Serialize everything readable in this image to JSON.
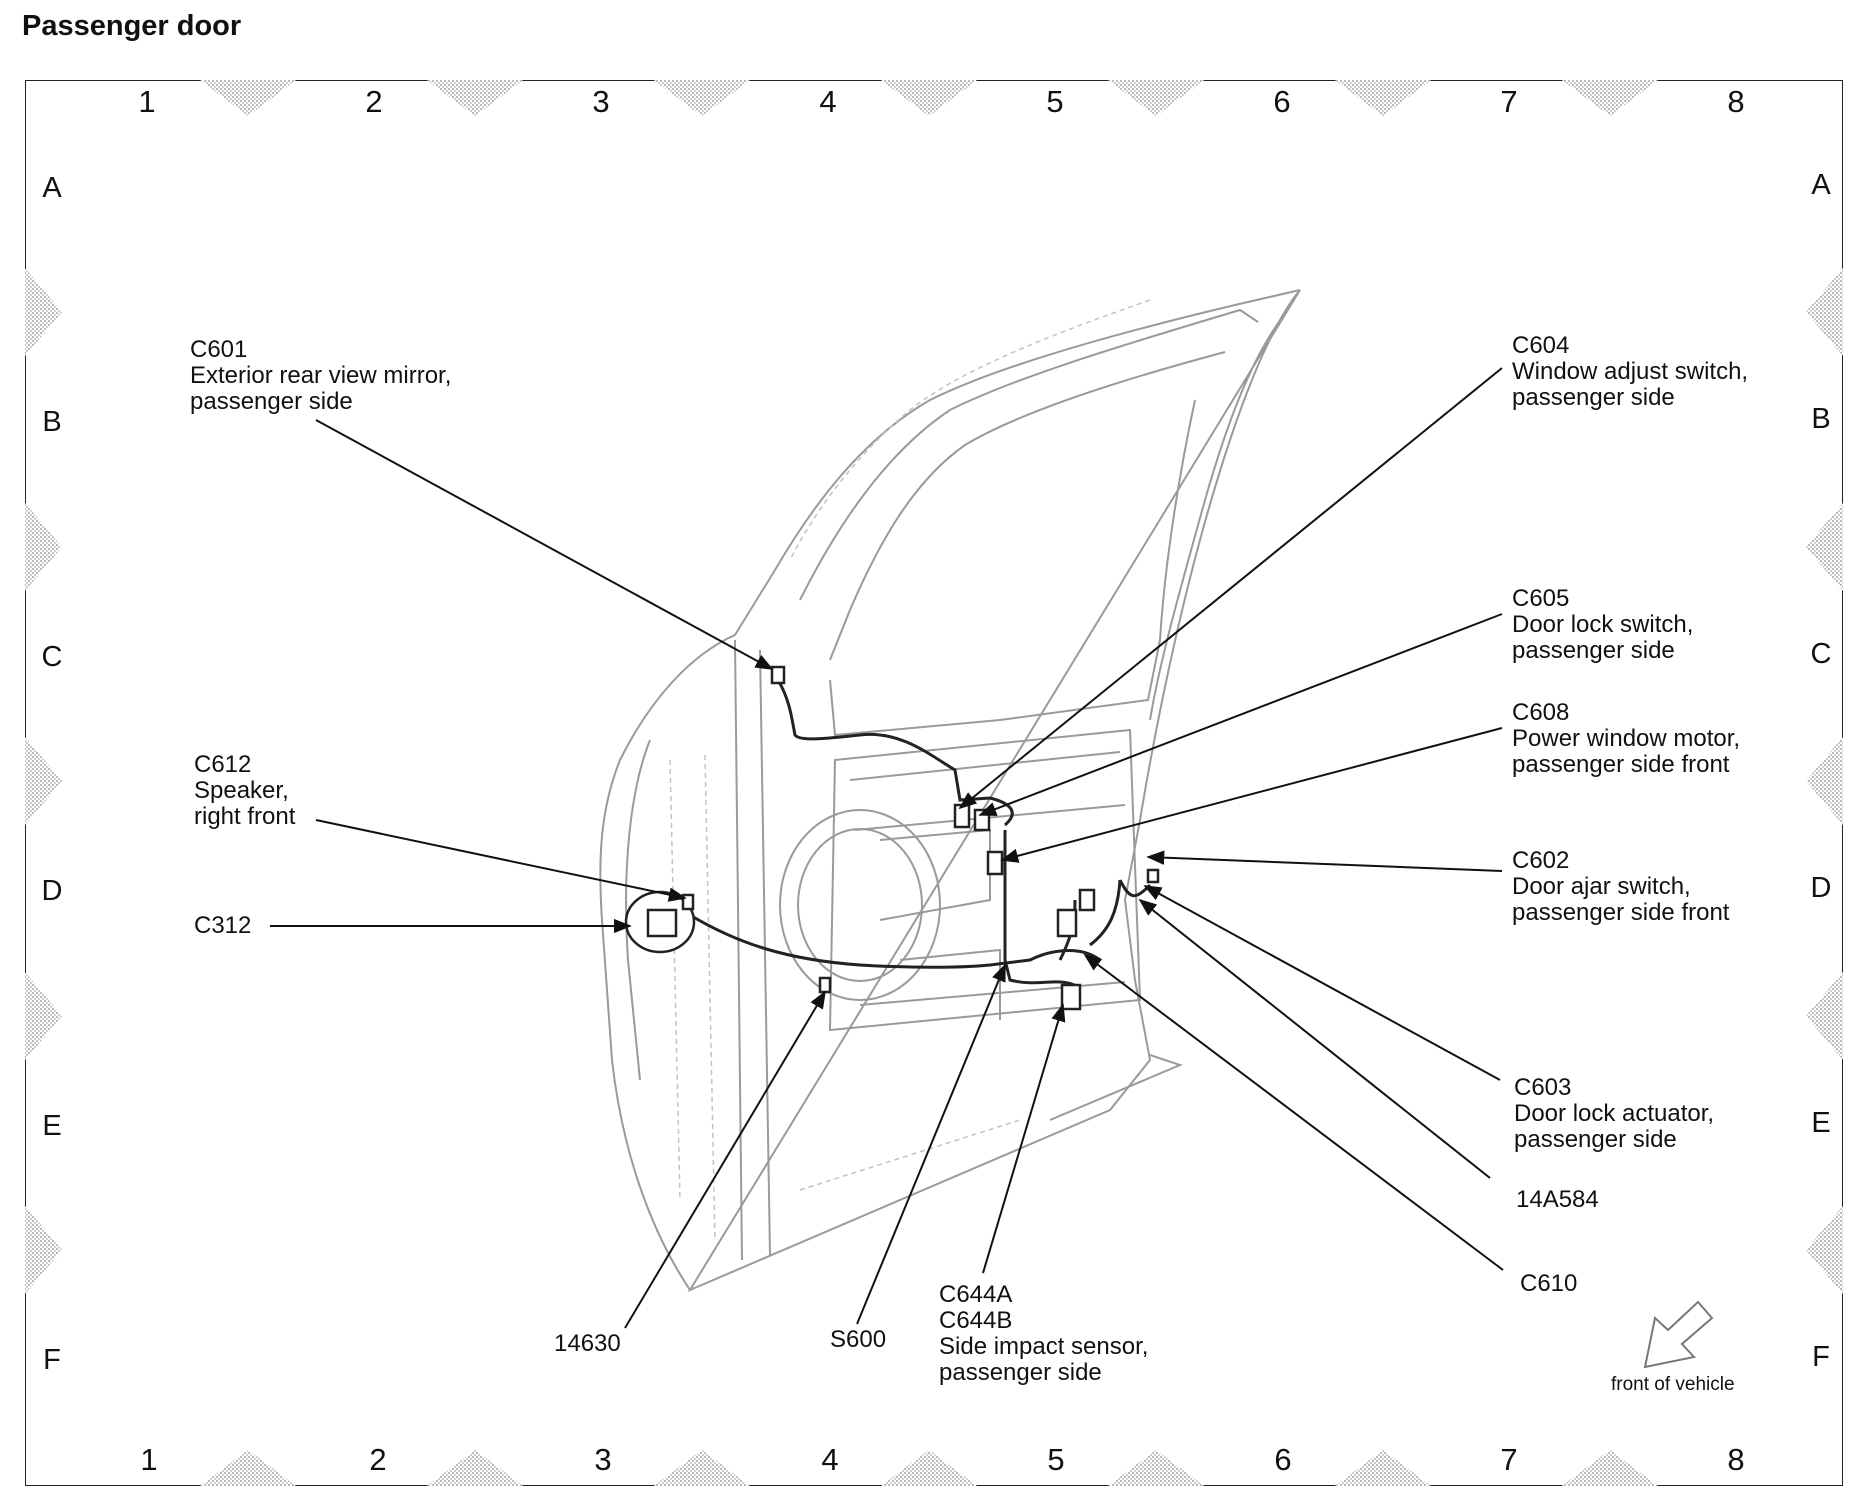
{
  "title": "Passenger door",
  "grid": {
    "columns": [
      "1",
      "2",
      "3",
      "4",
      "5",
      "6",
      "7",
      "8"
    ],
    "rows": [
      "A",
      "B",
      "C",
      "D",
      "E",
      "F"
    ]
  },
  "callouts": {
    "c601": {
      "id": "C601",
      "line1": "Exterior rear view mirror,",
      "line2": "passenger side"
    },
    "c604": {
      "id": "C604",
      "line1": "Window adjust switch,",
      "line2": "passenger side"
    },
    "c605": {
      "id": "C605",
      "line1": "Door lock switch,",
      "line2": "passenger side"
    },
    "c608": {
      "id": "C608",
      "line1": "Power window motor,",
      "line2": "passenger side front"
    },
    "c612": {
      "id": "C612",
      "line1": "Speaker,",
      "line2": "right front"
    },
    "c602": {
      "id": "C602",
      "line1": "Door ajar switch,",
      "line2": "passenger side front"
    },
    "c312": {
      "id": "C312"
    },
    "c603": {
      "id": "C603",
      "line1": "Door lock actuator,",
      "line2": "passenger side"
    },
    "n14a584": {
      "id": "14A584"
    },
    "c610": {
      "id": "C610"
    },
    "n14630": {
      "id": "14630"
    },
    "s600": {
      "id": "S600"
    },
    "c644": {
      "id": "C644A",
      "id2": "C644B",
      "line1": "Side impact sensor,",
      "line2": "passenger side"
    }
  },
  "front_of_vehicle": "front of vehicle"
}
